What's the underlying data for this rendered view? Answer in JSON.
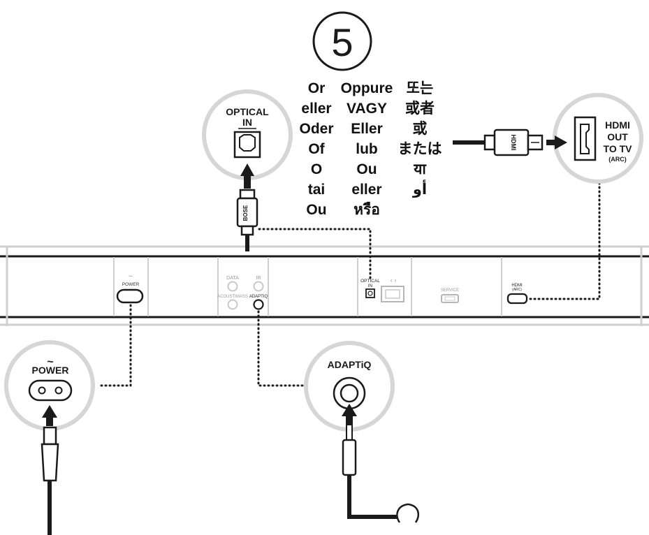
{
  "step_number": "5",
  "or_words": {
    "col1": [
      "Or",
      "eller",
      "Oder",
      "Of",
      "O",
      "tai",
      "Ou"
    ],
    "col2": [
      "Oppure",
      "VAGY",
      "Eller",
      "lub",
      "Ou",
      "eller",
      "หรือ"
    ],
    "col3": [
      "또는",
      "或者",
      "或",
      "または",
      "या",
      "أو"
    ]
  },
  "callouts": {
    "optical": {
      "line1": "OPTICAL",
      "line2": "IN"
    },
    "hdmi": {
      "line1": "HDMI",
      "line2": "OUT",
      "line3": "TO TV",
      "line4": "(ARC)",
      "cable_label": "HDMI"
    },
    "power": {
      "symbol": "~",
      "label": "POWER"
    },
    "adaptiq": {
      "label": "ADAPTiQ"
    }
  },
  "panel": {
    "power_symbol": "~",
    "power": "POWER",
    "data": "DATA",
    "ir": "IR",
    "acoustimass": "ACOUSTIMASS",
    "adaptiq": "ADAPTIQ",
    "optical_line1": "OPTICAL",
    "optical_line2": "IN",
    "network_symbol": "‹ ›",
    "service": "SERVICE",
    "hdmi_line1": "HDMI",
    "hdmi_line2": "(ARC)"
  },
  "colors": {
    "ink": "#1a1a1a",
    "circle_gray": "#d6d6d6",
    "panel_gray": "#cfcfcf",
    "faint_text": "#9a9a9a"
  }
}
